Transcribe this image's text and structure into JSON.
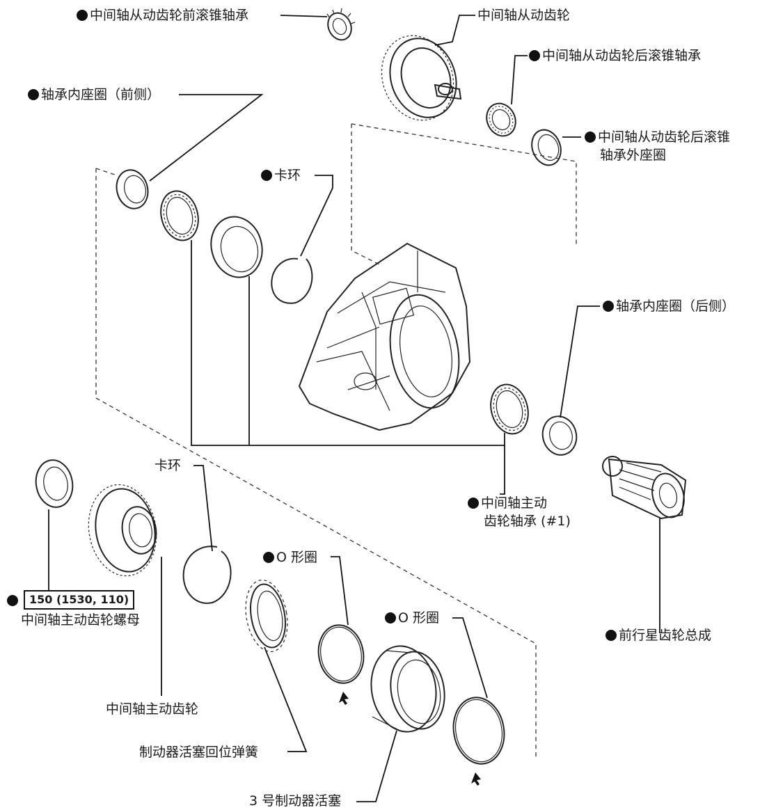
{
  "labels": {
    "front_bearing": "中间轴从动齿轮前滚锥轴承",
    "driven_gear": "中间轴从动齿轮",
    "rear_bearing": "中间轴从动齿轮后滚锥轴承",
    "inner_race_front": "轴承内座圈（前侧）",
    "rear_outer_race_l1": "中间轴从动齿轮后滚锥",
    "rear_outer_race_l2": "轴承外座圈",
    "snap_ring_1": "卡环",
    "inner_race_rear": "轴承内座圈（后侧）",
    "snap_ring_2": "卡环",
    "drive_gear_bearing_l1": "中间轴主动",
    "drive_gear_bearing_l2": "齿轮轴承 (#1)",
    "torque": "150 (1530, 110)",
    "nut": "中间轴主动齿轮螺母",
    "o_ring_1": "O 形圈",
    "o_ring_2": "O 形圈",
    "front_planetary": "前行星齿轮总成",
    "drive_gear": "中间轴主动齿轮",
    "spring": "制动器活塞回位弹簧",
    "piston": "3 号制动器活塞"
  }
}
